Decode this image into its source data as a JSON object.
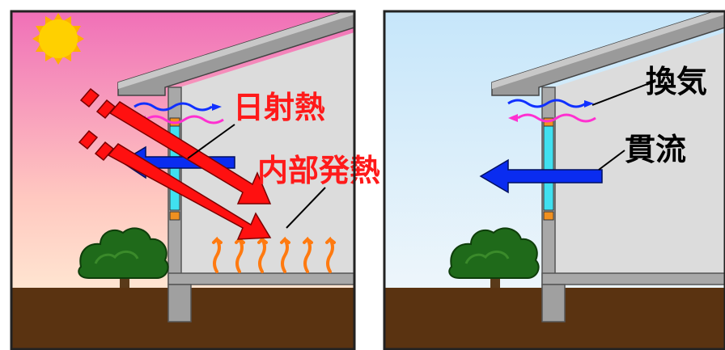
{
  "summer_panel": {
    "labels": {
      "solar_heat": "日射熱",
      "internal_heat": "内部発熱"
    },
    "colors": {
      "sky_top": "#f070b8",
      "sky_bottom": "#fff6d8",
      "sun": "#ffd000",
      "solar_arrow": "#ff1010",
      "heat_wave": "#ff7a10"
    }
  },
  "winter_panel": {
    "labels": {
      "ventilation": "換気",
      "conduction": "貫流"
    },
    "colors": {
      "sky_top": "#c8e8fa",
      "sky_bottom": "#f4f8fb"
    }
  },
  "common_colors": {
    "ground": "#5a3311",
    "wall": "#b0b0b0",
    "window": "#40e0f0",
    "conduction_arrow": "#0a2cf0",
    "vent_blue": "#1030ff",
    "vent_pink": "#ff30d0"
  }
}
